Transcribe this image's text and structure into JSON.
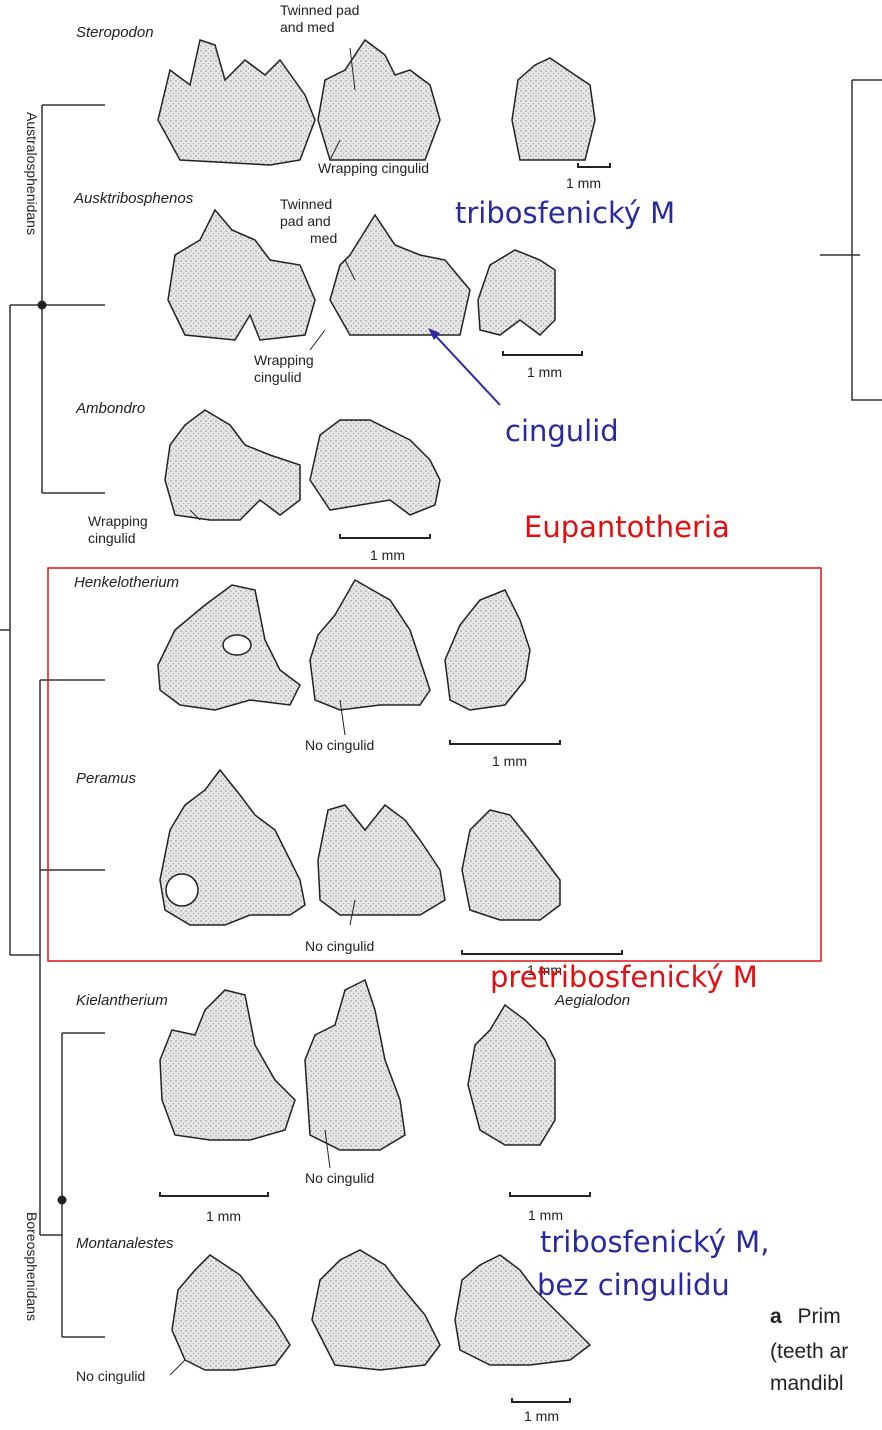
{
  "taxa": {
    "steropodon": "Steropodon",
    "ausktribosphenos": "Ausktribosphenos",
    "ambondro": "Ambondro",
    "henkelotherium": "Henkelotherium",
    "peramus": "Peramus",
    "kielantherium": "Kielantherium",
    "aegialodon": "Aegialodon",
    "montanalestes": "Montanalestes"
  },
  "clades": {
    "australosphenidans": "Australosphenidans",
    "boreosphenidans": "Boreosphenidans"
  },
  "labels": {
    "twinned_pad_med_1": [
      "Twinned pad",
      "and med"
    ],
    "twinned_pad_med_2": [
      "Twinned",
      "pad and",
      "med"
    ],
    "wrapping_cingulid_1": "Wrapping cingulid",
    "wrapping_cingulid_2": [
      "Wrapping",
      "cingulid"
    ],
    "wrapping_cingulid_3": [
      "Wrapping",
      "cingulid"
    ],
    "no_cingulid": "No cingulid",
    "scale": "1 mm"
  },
  "annotations": {
    "tribosfenicky": "tribosfenický M",
    "cingulid": "cingulid",
    "eupantotheria": "Eupantotheria",
    "pretribosfenicky": "pretribosfenický M",
    "tribosfenicky_bez_1": "tribosfenický M,",
    "tribosfenicky_bez_2": "bez cingulidu"
  },
  "partial_caption": {
    "letter": "a",
    "line1": "Prim",
    "line2": "(teeth ar",
    "line3": "mandibl"
  },
  "colors": {
    "annotation_blue": "#2a2aa0",
    "annotation_red": "#e01010",
    "line": "#333333",
    "tooth_fill": "#dcdcdc"
  }
}
